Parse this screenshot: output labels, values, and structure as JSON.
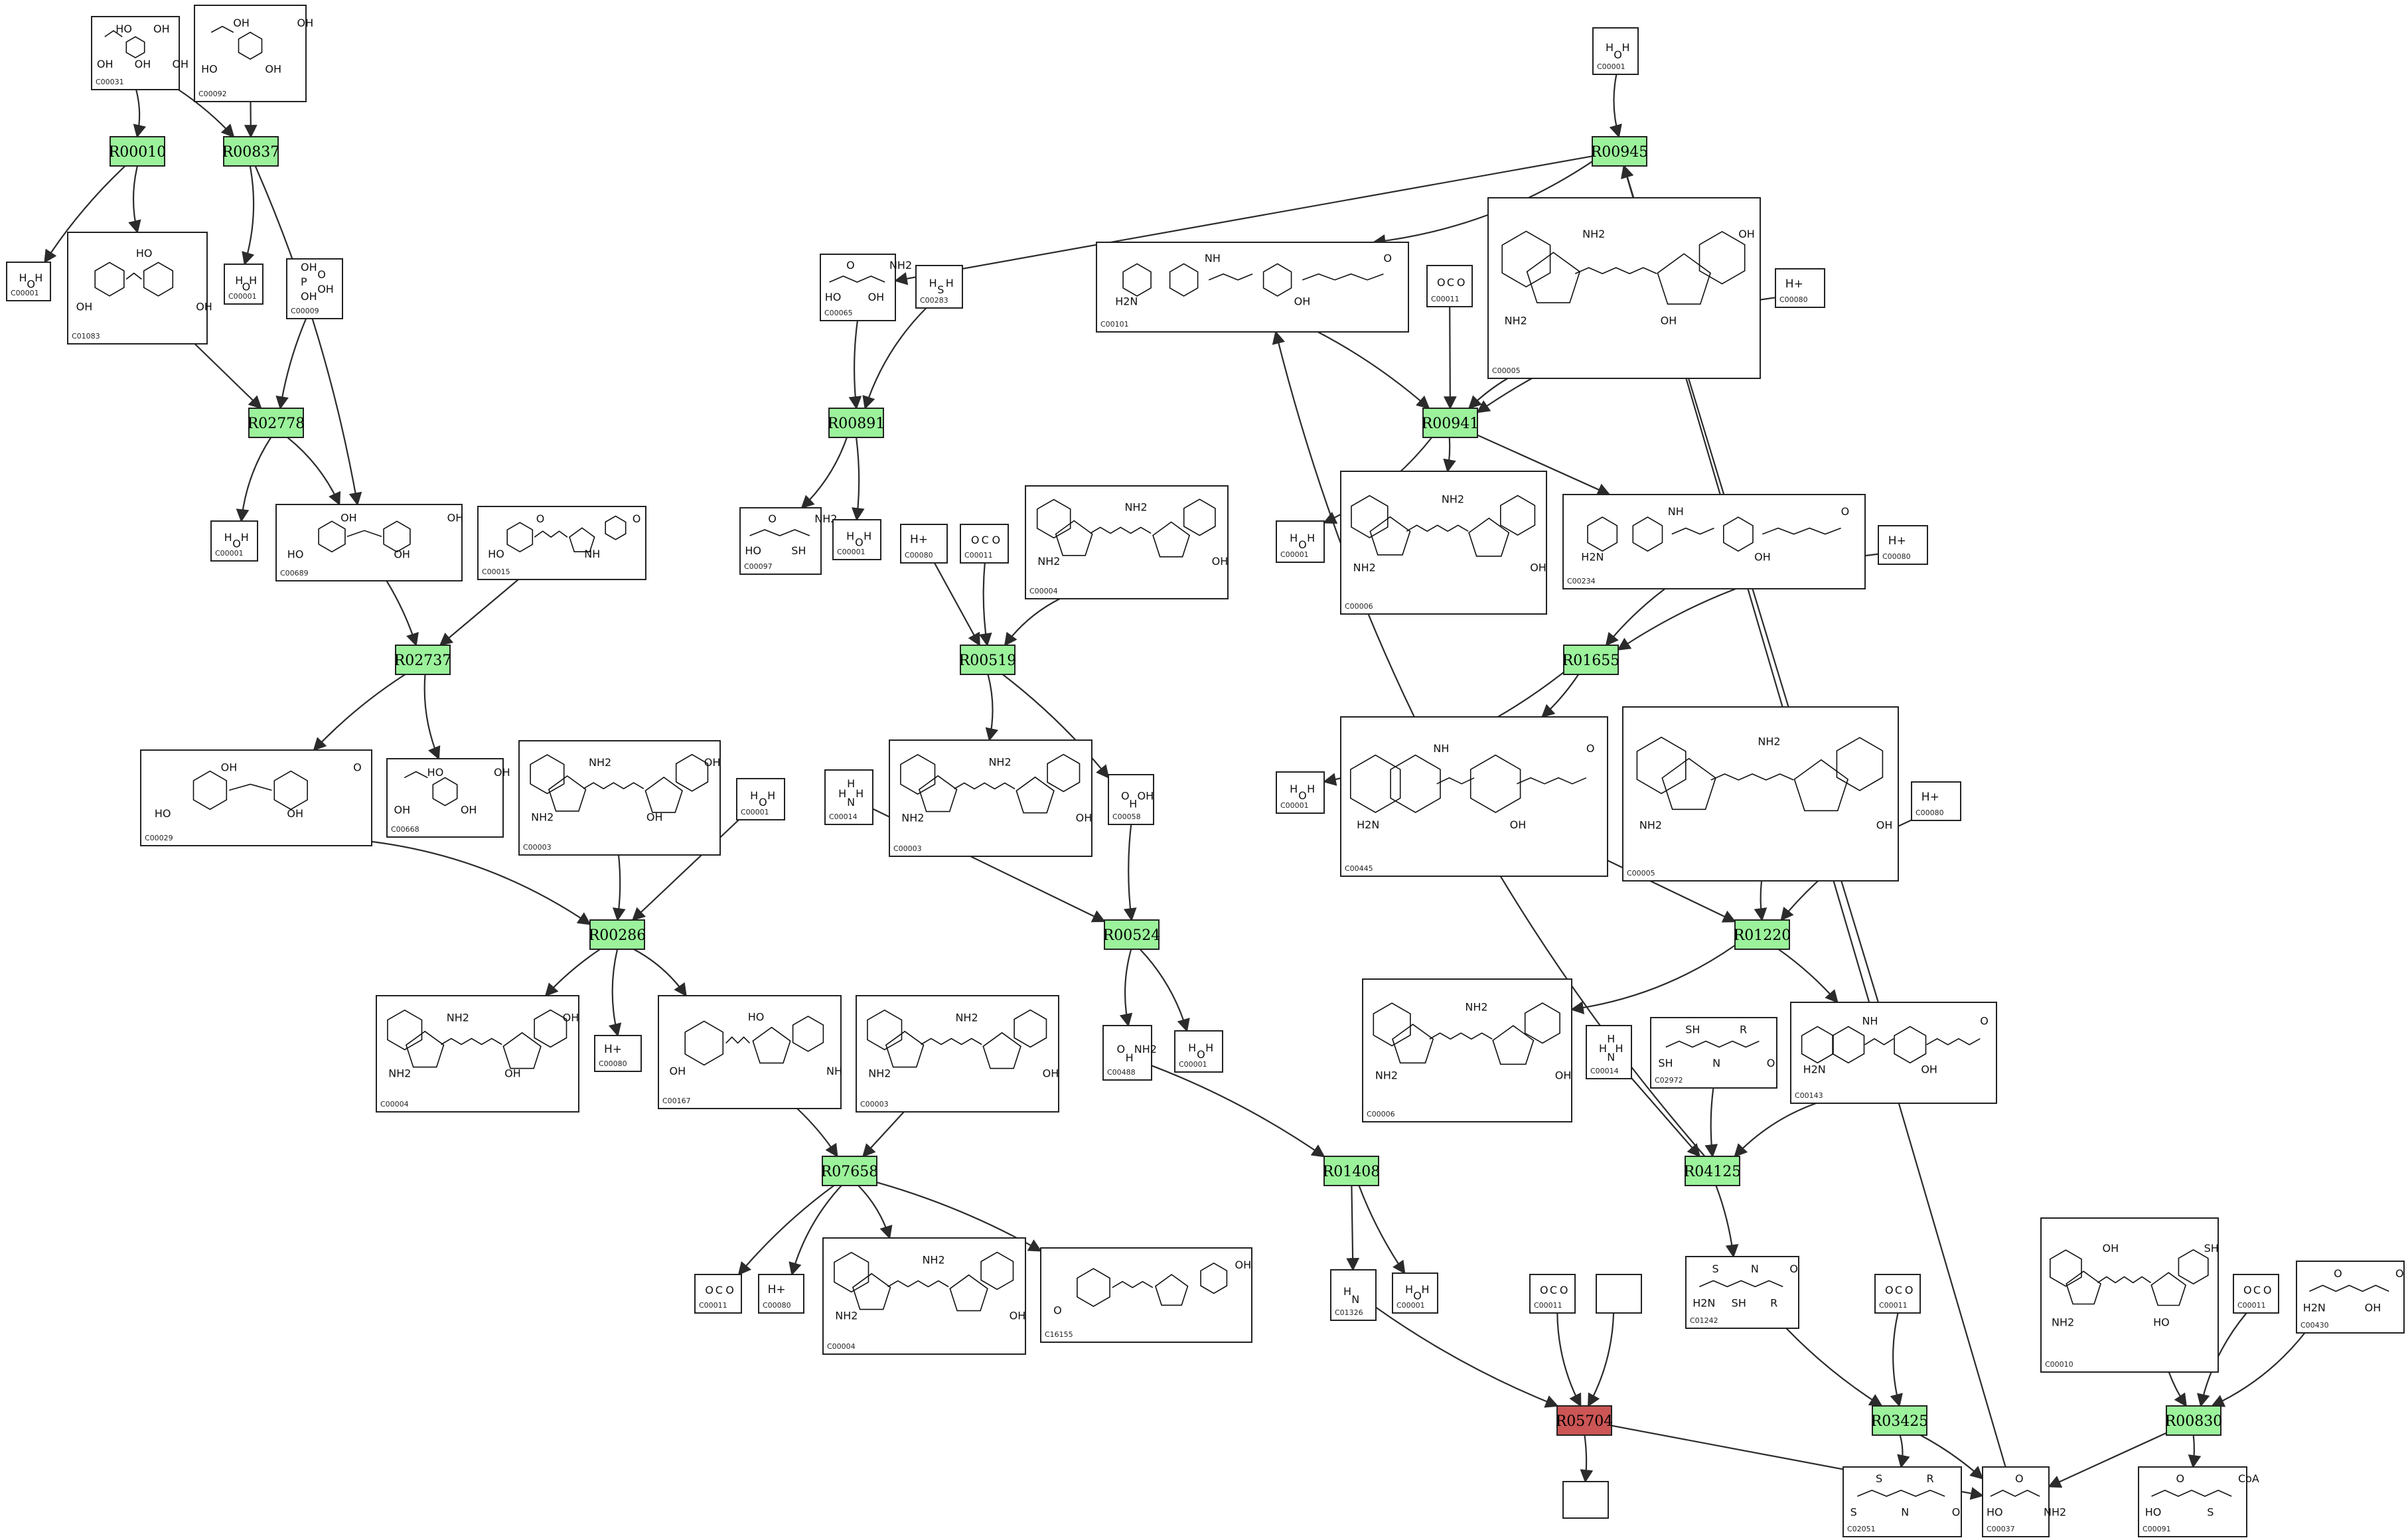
{
  "colors": {
    "reaction": "#9bf29b",
    "reaction_highlight": "#cc5555",
    "edge": "#2b2b2b",
    "box_border": "#222222"
  },
  "reactions": [
    {
      "id": "R00010"
    },
    {
      "id": "R00837"
    },
    {
      "id": "R00945"
    },
    {
      "id": "R02778"
    },
    {
      "id": "R00891"
    },
    {
      "id": "R00941"
    },
    {
      "id": "R02737"
    },
    {
      "id": "R00519"
    },
    {
      "id": "R01655"
    },
    {
      "id": "R00286"
    },
    {
      "id": "R00524"
    },
    {
      "id": "R01220"
    },
    {
      "id": "R07658"
    },
    {
      "id": "R01408"
    },
    {
      "id": "R04125"
    },
    {
      "id": "R05704"
    },
    {
      "id": "R03425"
    },
    {
      "id": "R00830"
    }
  ],
  "compounds": [
    {
      "id": "C00031",
      "text": [
        "OH",
        "HO",
        "OH",
        "OH",
        "OH"
      ]
    },
    {
      "id": "C00092",
      "text": [
        "HO",
        "OH",
        "OH",
        "OH"
      ]
    },
    {
      "id": "C00001",
      "text": [
        "H",
        "O",
        "H"
      ]
    },
    {
      "id": "C01083",
      "text": [
        "OH",
        "HO",
        "OH"
      ]
    },
    {
      "id": "C00001",
      "text": [
        "H",
        "O",
        "H"
      ]
    },
    {
      "id": "C00009",
      "text": [
        "OH",
        "O",
        "P",
        "OH",
        "OH"
      ]
    },
    {
      "id": "C00001",
      "text": [
        "H",
        "O",
        "H"
      ]
    },
    {
      "id": "C00689",
      "text": [
        "HO",
        "OH",
        "OH",
        "OH"
      ]
    },
    {
      "id": "C00015",
      "text": [
        "HO",
        "O",
        "NH",
        "O"
      ]
    },
    {
      "id": "C00029",
      "text": [
        "HO",
        "OH",
        "OH",
        "O"
      ]
    },
    {
      "id": "C00668",
      "text": [
        "OH",
        "HO",
        "OH",
        "OH"
      ]
    },
    {
      "id": "C00003",
      "text": [
        "NH2",
        "NH2",
        "OH",
        "OH"
      ]
    },
    {
      "id": "C00001",
      "text": [
        "H",
        "O",
        "H"
      ]
    },
    {
      "id": "C00004",
      "text": [
        "NH2",
        "NH2",
        "OH",
        "OH"
      ]
    },
    {
      "id": "C00080",
      "text": [
        "H+"
      ]
    },
    {
      "id": "C00167",
      "text": [
        "OH",
        "HO",
        "NH"
      ]
    },
    {
      "id": "C00003",
      "text": [
        "NH2",
        "NH2",
        "OH"
      ]
    },
    {
      "id": "C00011",
      "text": [
        "O",
        "C",
        "O"
      ]
    },
    {
      "id": "C00080",
      "text": [
        "H+"
      ]
    },
    {
      "id": "C00004",
      "text": [
        "NH2",
        "NH2",
        "OH"
      ]
    },
    {
      "id": "C16155",
      "text": [
        "O",
        "OH"
      ]
    },
    {
      "id": "C00065",
      "text": [
        "HO",
        "O",
        "OH",
        "NH2"
      ]
    },
    {
      "id": "C00283",
      "text": [
        "H",
        "S",
        "H"
      ]
    },
    {
      "id": "C00097",
      "text": [
        "HO",
        "O",
        "SH",
        "NH2"
      ]
    },
    {
      "id": "C00001",
      "text": [
        "H",
        "O",
        "H"
      ]
    },
    {
      "id": "C00080",
      "text": [
        "H+"
      ]
    },
    {
      "id": "C00011",
      "text": [
        "O",
        "C",
        "O"
      ]
    },
    {
      "id": "C00004",
      "text": [
        "NH2",
        "NH2",
        "OH"
      ]
    },
    {
      "id": "C00014",
      "text": [
        "H",
        "N",
        "H",
        "H"
      ]
    },
    {
      "id": "C00003",
      "text": [
        "NH2",
        "NH2",
        "OH"
      ]
    },
    {
      "id": "C00058",
      "text": [
        "O",
        "H",
        "OH"
      ]
    },
    {
      "id": "C00488",
      "text": [
        "O",
        "H",
        "NH2"
      ]
    },
    {
      "id": "C00001",
      "text": [
        "H",
        "O",
        "H"
      ]
    },
    {
      "id": "C01326",
      "text": [
        "H",
        "N"
      ]
    },
    {
      "id": "C00001",
      "text": [
        "H",
        "O",
        "H"
      ]
    },
    {
      "id": "C00001",
      "text": [
        "H",
        "O",
        "H"
      ]
    },
    {
      "id": "C00101",
      "text": [
        "H2N",
        "NH",
        "OH",
        "O"
      ]
    },
    {
      "id": "C00011",
      "text": [
        "O",
        "C",
        "O"
      ]
    },
    {
      "id": "C00005",
      "text": [
        "NH2",
        "NH2",
        "OH",
        "OH"
      ]
    },
    {
      "id": "C00080",
      "text": [
        "H+"
      ]
    },
    {
      "id": "C00001",
      "text": [
        "H",
        "O",
        "H"
      ]
    },
    {
      "id": "C00006",
      "text": [
        "NH2",
        "NH2",
        "OH"
      ]
    },
    {
      "id": "C00234",
      "text": [
        "H2N",
        "NH",
        "OH",
        "O"
      ]
    },
    {
      "id": "C00080",
      "text": [
        "H+"
      ]
    },
    {
      "id": "C00001",
      "text": [
        "H",
        "O",
        "H"
      ]
    },
    {
      "id": "C00445",
      "text": [
        "H2N",
        "NH",
        "OH",
        "O"
      ]
    },
    {
      "id": "C00005",
      "text": [
        "NH2",
        "NH2",
        "OH"
      ]
    },
    {
      "id": "C00080",
      "text": [
        "H+"
      ]
    },
    {
      "id": "C00006",
      "text": [
        "NH2",
        "NH2",
        "OH"
      ]
    },
    {
      "id": "C00014",
      "text": [
        "H",
        "N",
        "H",
        "H"
      ]
    },
    {
      "id": "C02972",
      "text": [
        "SH",
        "SH",
        "N",
        "R",
        "O"
      ]
    },
    {
      "id": "C00143",
      "text": [
        "H2N",
        "NH",
        "OH",
        "O"
      ]
    },
    {
      "id": "C01242",
      "text": [
        "H2N",
        "S",
        "SH",
        "N",
        "R",
        "O"
      ]
    },
    {
      "id": "C00011",
      "text": [
        "O",
        "C",
        "O"
      ]
    },
    {
      "id": "",
      "text": []
    },
    {
      "id": "",
      "text": []
    },
    {
      "id": "C00011",
      "text": [
        "O",
        "C",
        "O"
      ]
    },
    {
      "id": "C02051",
      "text": [
        "S",
        "S",
        "N",
        "R",
        "O"
      ]
    },
    {
      "id": "C00037",
      "text": [
        "HO",
        "O",
        "NH2"
      ]
    },
    {
      "id": "C00010",
      "text": [
        "NH2",
        "OH",
        "HO",
        "SH"
      ]
    },
    {
      "id": "C00011",
      "text": [
        "O",
        "C",
        "O"
      ]
    },
    {
      "id": "C00430",
      "text": [
        "H2N",
        "O",
        "OH",
        "O"
      ]
    },
    {
      "id": "C00091",
      "text": [
        "HO",
        "O",
        "S",
        "CoA"
      ]
    }
  ]
}
